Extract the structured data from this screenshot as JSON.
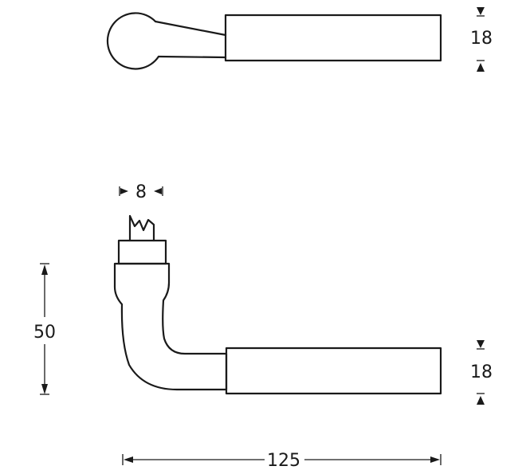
{
  "dimensions": {
    "top_thickness": "18",
    "spindle_width": "8",
    "height": "50",
    "bottom_thickness": "18",
    "length": "125"
  }
}
